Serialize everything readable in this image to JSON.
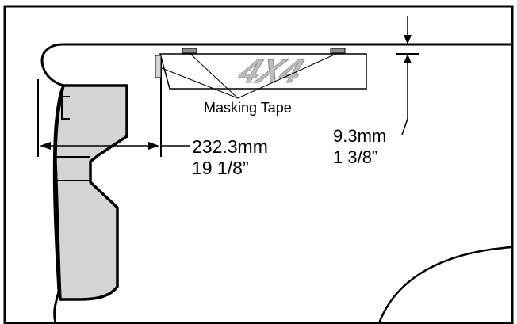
{
  "diagram": {
    "labels": {
      "masking_tape": "Masking Tape",
      "horizontal_metric": "232.3mm",
      "horizontal_imperial": "19 1/8”",
      "vertical_metric": "9.3mm",
      "vertical_imperial": "1 3/8”"
    },
    "decal_text": "4X4",
    "colors": {
      "outline": "#000000",
      "part_fill": "#d4d4d4",
      "tape_fill": "#8c8c8c",
      "decal_fill": "#bdbdbd",
      "background": "#ffffff"
    }
  }
}
